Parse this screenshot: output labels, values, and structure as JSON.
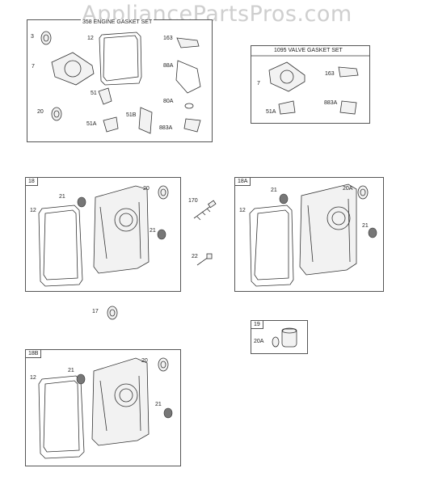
{
  "watermark": "AppliancePartsPros.com",
  "engine_gasket_set": {
    "title": "358 ENGINE GASKET SET",
    "labels": [
      "3",
      "12",
      "163",
      "7",
      "88A",
      "51",
      "80A",
      "20",
      "51A",
      "51B",
      "883A"
    ]
  },
  "valve_gasket_set": {
    "title": "1095 VALVE GASKET SET",
    "labels": [
      "7",
      "163",
      "51A",
      "883A"
    ]
  },
  "assembly_18": {
    "tag": "18",
    "labels": [
      "21",
      "20",
      "12",
      "21"
    ]
  },
  "assembly_18a": {
    "tag": "18A",
    "labels": [
      "21",
      "20A",
      "12",
      "21"
    ]
  },
  "assembly_18b": {
    "tag": "18B",
    "labels": [
      "21",
      "20",
      "12",
      "21"
    ]
  },
  "assembly_19": {
    "tag": "19",
    "labels": [
      "20A"
    ]
  },
  "loose_parts": {
    "labels": [
      "170",
      "22",
      "17"
    ]
  },
  "colors": {
    "line": "#333333",
    "watermark": "#cfcfcf"
  }
}
